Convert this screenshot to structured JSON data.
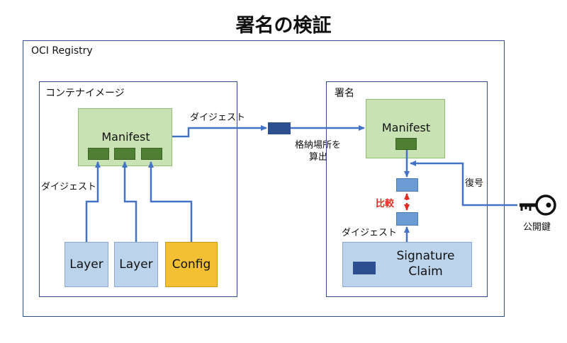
{
  "title": "署名の検証",
  "registry": {
    "label": "OCI Registry"
  },
  "container_image": {
    "label": "コンテナイメージ",
    "manifest_label": "Manifest",
    "digest_label": "ダイジェスト",
    "layers": [
      "Layer",
      "Layer"
    ],
    "config_label": "Config"
  },
  "flow": {
    "digest_label": "ダイジェスト",
    "locate_label_line1": "格納場所を",
    "locate_label_line2": "算出"
  },
  "signature": {
    "label": "署名",
    "manifest_label": "Manifest",
    "compare_label": "比較",
    "digest_label": "ダイジェスト",
    "decrypt_label": "復号",
    "claim_line1": "Signature",
    "claim_line2": "Claim"
  },
  "public_key": {
    "label": "公開鍵"
  },
  "colors": {
    "frame": "#2f4d8e",
    "arrow": "#4472c4",
    "manifest_fill": "#c9e2b3",
    "manifest_cell": "#4f7f33",
    "layer_fill": "#bcd3ec",
    "config_fill": "#f4c033",
    "compare": "#e8281e"
  }
}
